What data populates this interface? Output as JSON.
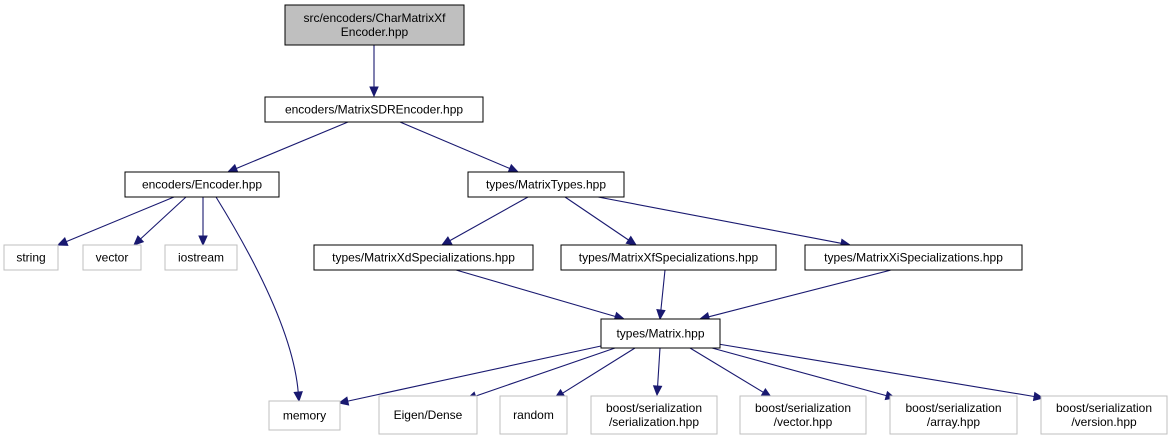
{
  "colors": {
    "edge": "#191970",
    "root_fill": "#bfbfbf",
    "node_border": "#000000",
    "external_border": "#bfbfbf",
    "background": "#ffffff",
    "text": "#000000"
  },
  "nodes": [
    {
      "id": "root",
      "lines": [
        "src/encoders/CharMatrixXf",
        "Encoder.hpp"
      ],
      "kind": "root"
    },
    {
      "id": "sdr",
      "lines": [
        "encoders/MatrixSDREncoder.hpp"
      ],
      "kind": "internal"
    },
    {
      "id": "enc",
      "lines": [
        "encoders/Encoder.hpp"
      ],
      "kind": "internal"
    },
    {
      "id": "types",
      "lines": [
        "types/MatrixTypes.hpp"
      ],
      "kind": "internal"
    },
    {
      "id": "string",
      "lines": [
        "string"
      ],
      "kind": "external"
    },
    {
      "id": "vector",
      "lines": [
        "vector"
      ],
      "kind": "external"
    },
    {
      "id": "iostream",
      "lines": [
        "iostream"
      ],
      "kind": "external"
    },
    {
      "id": "xd",
      "lines": [
        "types/MatrixXdSpecializations.hpp"
      ],
      "kind": "internal"
    },
    {
      "id": "xf",
      "lines": [
        "types/MatrixXfSpecializations.hpp"
      ],
      "kind": "internal"
    },
    {
      "id": "xi",
      "lines": [
        "types/MatrixXiSpecializations.hpp"
      ],
      "kind": "internal"
    },
    {
      "id": "matrix",
      "lines": [
        "types/Matrix.hpp"
      ],
      "kind": "internal"
    },
    {
      "id": "memory",
      "lines": [
        "memory"
      ],
      "kind": "external"
    },
    {
      "id": "eigen",
      "lines": [
        "Eigen/Dense"
      ],
      "kind": "external"
    },
    {
      "id": "random",
      "lines": [
        "random"
      ],
      "kind": "external"
    },
    {
      "id": "bser",
      "lines": [
        "boost/serialization",
        "/serialization.hpp"
      ],
      "kind": "external"
    },
    {
      "id": "bvec",
      "lines": [
        "boost/serialization",
        "/vector.hpp"
      ],
      "kind": "external"
    },
    {
      "id": "barr",
      "lines": [
        "boost/serialization",
        "/array.hpp"
      ],
      "kind": "external"
    },
    {
      "id": "bver",
      "lines": [
        "boost/serialization",
        "/version.hpp"
      ],
      "kind": "external"
    }
  ],
  "edges": [
    {
      "from": "root",
      "to": "sdr"
    },
    {
      "from": "sdr",
      "to": "enc"
    },
    {
      "from": "sdr",
      "to": "types"
    },
    {
      "from": "enc",
      "to": "string"
    },
    {
      "from": "enc",
      "to": "vector"
    },
    {
      "from": "enc",
      "to": "iostream"
    },
    {
      "from": "enc",
      "to": "memory"
    },
    {
      "from": "types",
      "to": "xd"
    },
    {
      "from": "types",
      "to": "xf"
    },
    {
      "from": "types",
      "to": "xi"
    },
    {
      "from": "xd",
      "to": "matrix"
    },
    {
      "from": "xf",
      "to": "matrix"
    },
    {
      "from": "xi",
      "to": "matrix"
    },
    {
      "from": "matrix",
      "to": "memory"
    },
    {
      "from": "matrix",
      "to": "eigen"
    },
    {
      "from": "matrix",
      "to": "random"
    },
    {
      "from": "matrix",
      "to": "bser"
    },
    {
      "from": "matrix",
      "to": "bvec"
    },
    {
      "from": "matrix",
      "to": "barr"
    },
    {
      "from": "matrix",
      "to": "bver"
    }
  ]
}
